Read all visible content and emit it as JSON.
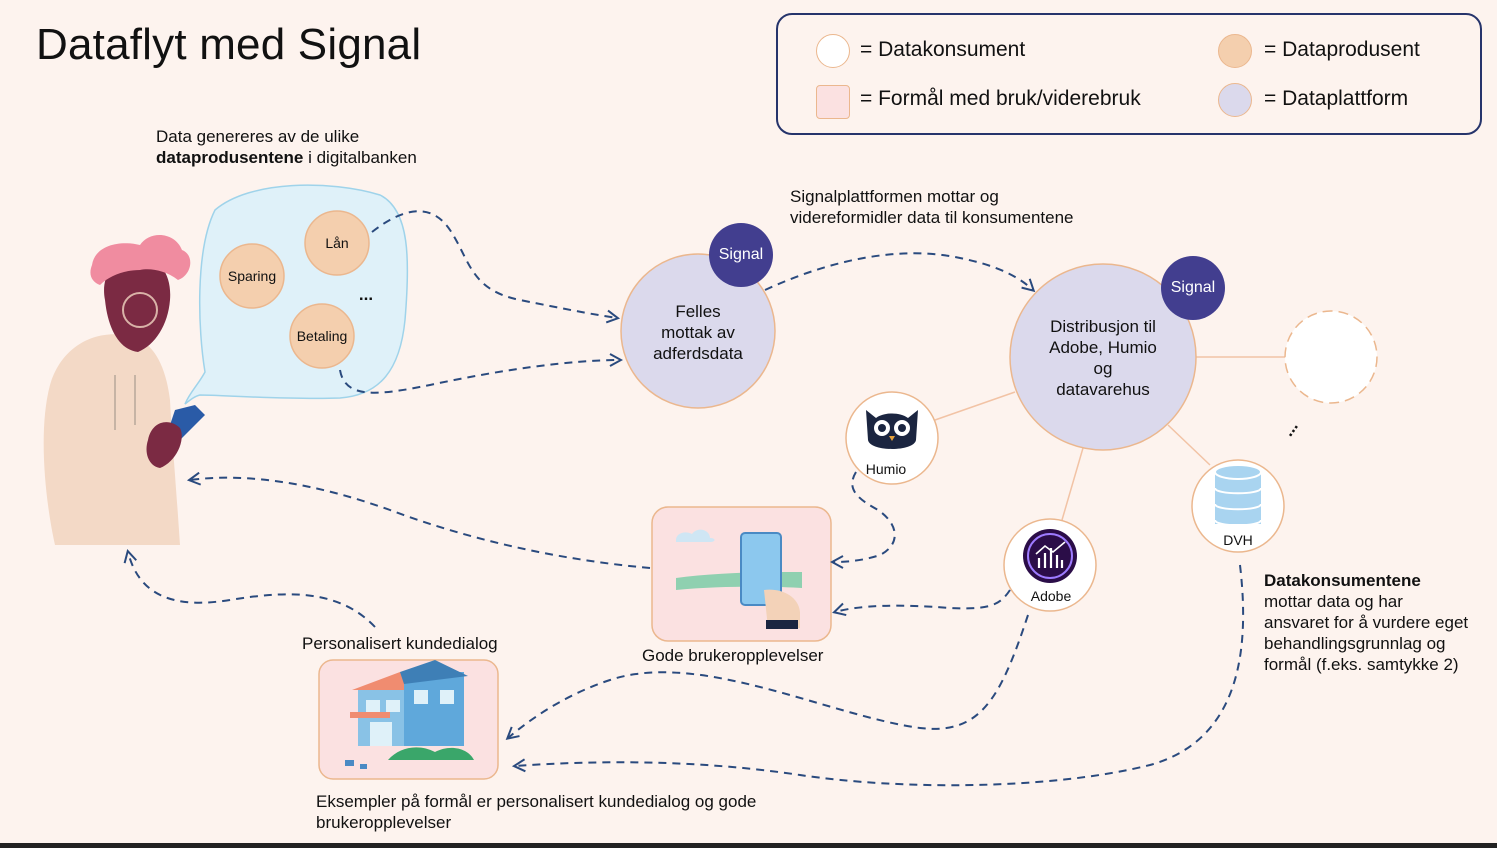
{
  "title": "Dataflyt med Signal",
  "legend": {
    "consumer": "= Datakonsument",
    "producer": "= Dataprodusent",
    "purpose": "= Formål med bruk/viderebruk",
    "platform": "= Dataplattform"
  },
  "producers_note": {
    "line1": "Data genereres av de ulike",
    "bold": "dataprodusentene",
    "rest": " i digitalbanken"
  },
  "producers": [
    "Lån",
    "Sparing",
    "Betaling",
    "..."
  ],
  "platform_note": {
    "line1": "Signalplattformen mottar og",
    "line2": "videreformidler data til konsumentene"
  },
  "signal_badge": "Signal",
  "receive_node": [
    "Felles",
    "mottak av",
    "adferdsdata"
  ],
  "distribution_node": [
    "Distribusjon til",
    "Adobe, Humio",
    "og",
    "datavarehus"
  ],
  "consumers": {
    "humio": "Humio",
    "adobe": "Adobe",
    "dvh": "DVH",
    "more": "..."
  },
  "consumers_note": {
    "bold": "Datakonsumentene",
    "lines": [
      "mottar data og har",
      "ansvaret for å vurdere eget",
      "behandlingsgrunnlag og",
      "formål (f.eks. samtykke 2)"
    ]
  },
  "purposes": {
    "experience": "Gode brukeropplevelser",
    "dialogue": "Personalisert kundedialog"
  },
  "bottom_note": {
    "line1": "Eksempler på formål er personalisert kundedialog og gode",
    "line2": "brukeropplevelser"
  },
  "colors": {
    "background": "#fdf3ee",
    "producer_fill": "#f4cfae",
    "platform_fill": "#dbd9ec",
    "purpose_fill": "#fbe1e1",
    "node_border": "#ebb78e",
    "arrow": "#2a4a7e",
    "signal_badge": "#423e8f",
    "legend_border": "#26346b",
    "bubble": "#dff1f9"
  }
}
